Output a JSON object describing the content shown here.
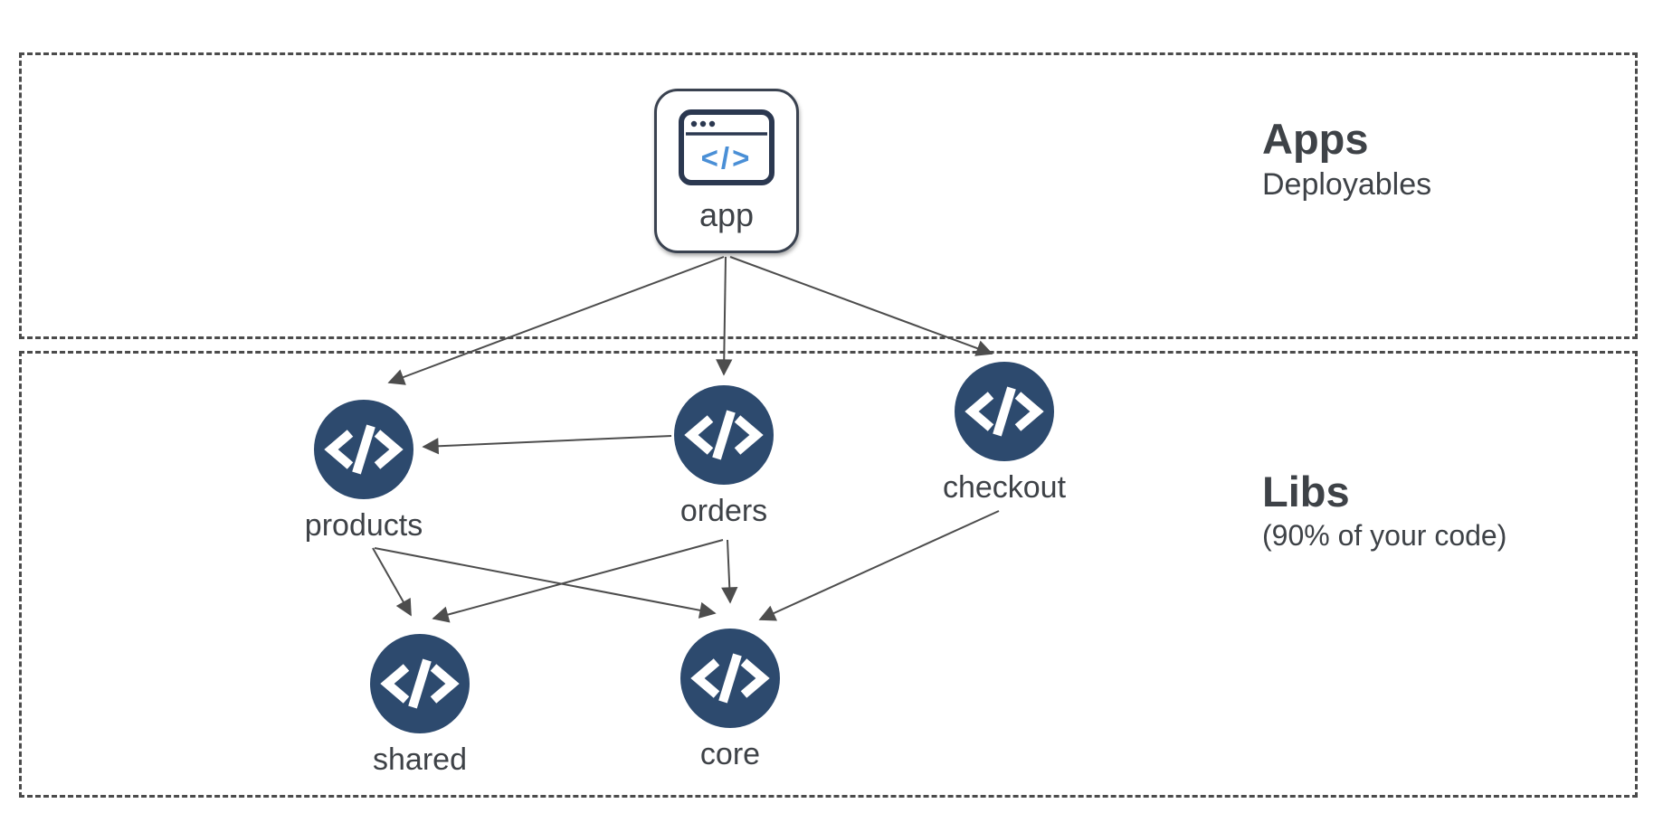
{
  "diagram": {
    "sections": [
      {
        "id": "apps",
        "title": "Apps",
        "subtitle": "Deployables"
      },
      {
        "id": "libs",
        "title": "Libs",
        "subtitle": "(90% of your code)"
      }
    ],
    "nodes": [
      {
        "id": "app",
        "label": "app",
        "type": "app",
        "icon": "browser-code-icon"
      },
      {
        "id": "products",
        "label": "products",
        "type": "lib",
        "icon": "code-icon"
      },
      {
        "id": "orders",
        "label": "orders",
        "type": "lib",
        "icon": "code-icon"
      },
      {
        "id": "checkout",
        "label": "checkout",
        "type": "lib",
        "icon": "code-icon"
      },
      {
        "id": "shared",
        "label": "shared",
        "type": "lib",
        "icon": "code-icon"
      },
      {
        "id": "core",
        "label": "core",
        "type": "lib",
        "icon": "code-icon"
      }
    ],
    "edges": [
      {
        "from": "app",
        "to": "products"
      },
      {
        "from": "app",
        "to": "orders"
      },
      {
        "from": "app",
        "to": "checkout"
      },
      {
        "from": "orders",
        "to": "products"
      },
      {
        "from": "products",
        "to": "shared"
      },
      {
        "from": "products",
        "to": "core"
      },
      {
        "from": "orders",
        "to": "shared"
      },
      {
        "from": "orders",
        "to": "core"
      },
      {
        "from": "checkout",
        "to": "core"
      }
    ],
    "colors": {
      "lib_node": "#2d4a6e",
      "app_icon_code": "#4a8fd6",
      "app_border": "#3a4250",
      "edge": "#4d4d4d",
      "section_border": "#4b4b4b",
      "text": "#3e4247"
    }
  }
}
